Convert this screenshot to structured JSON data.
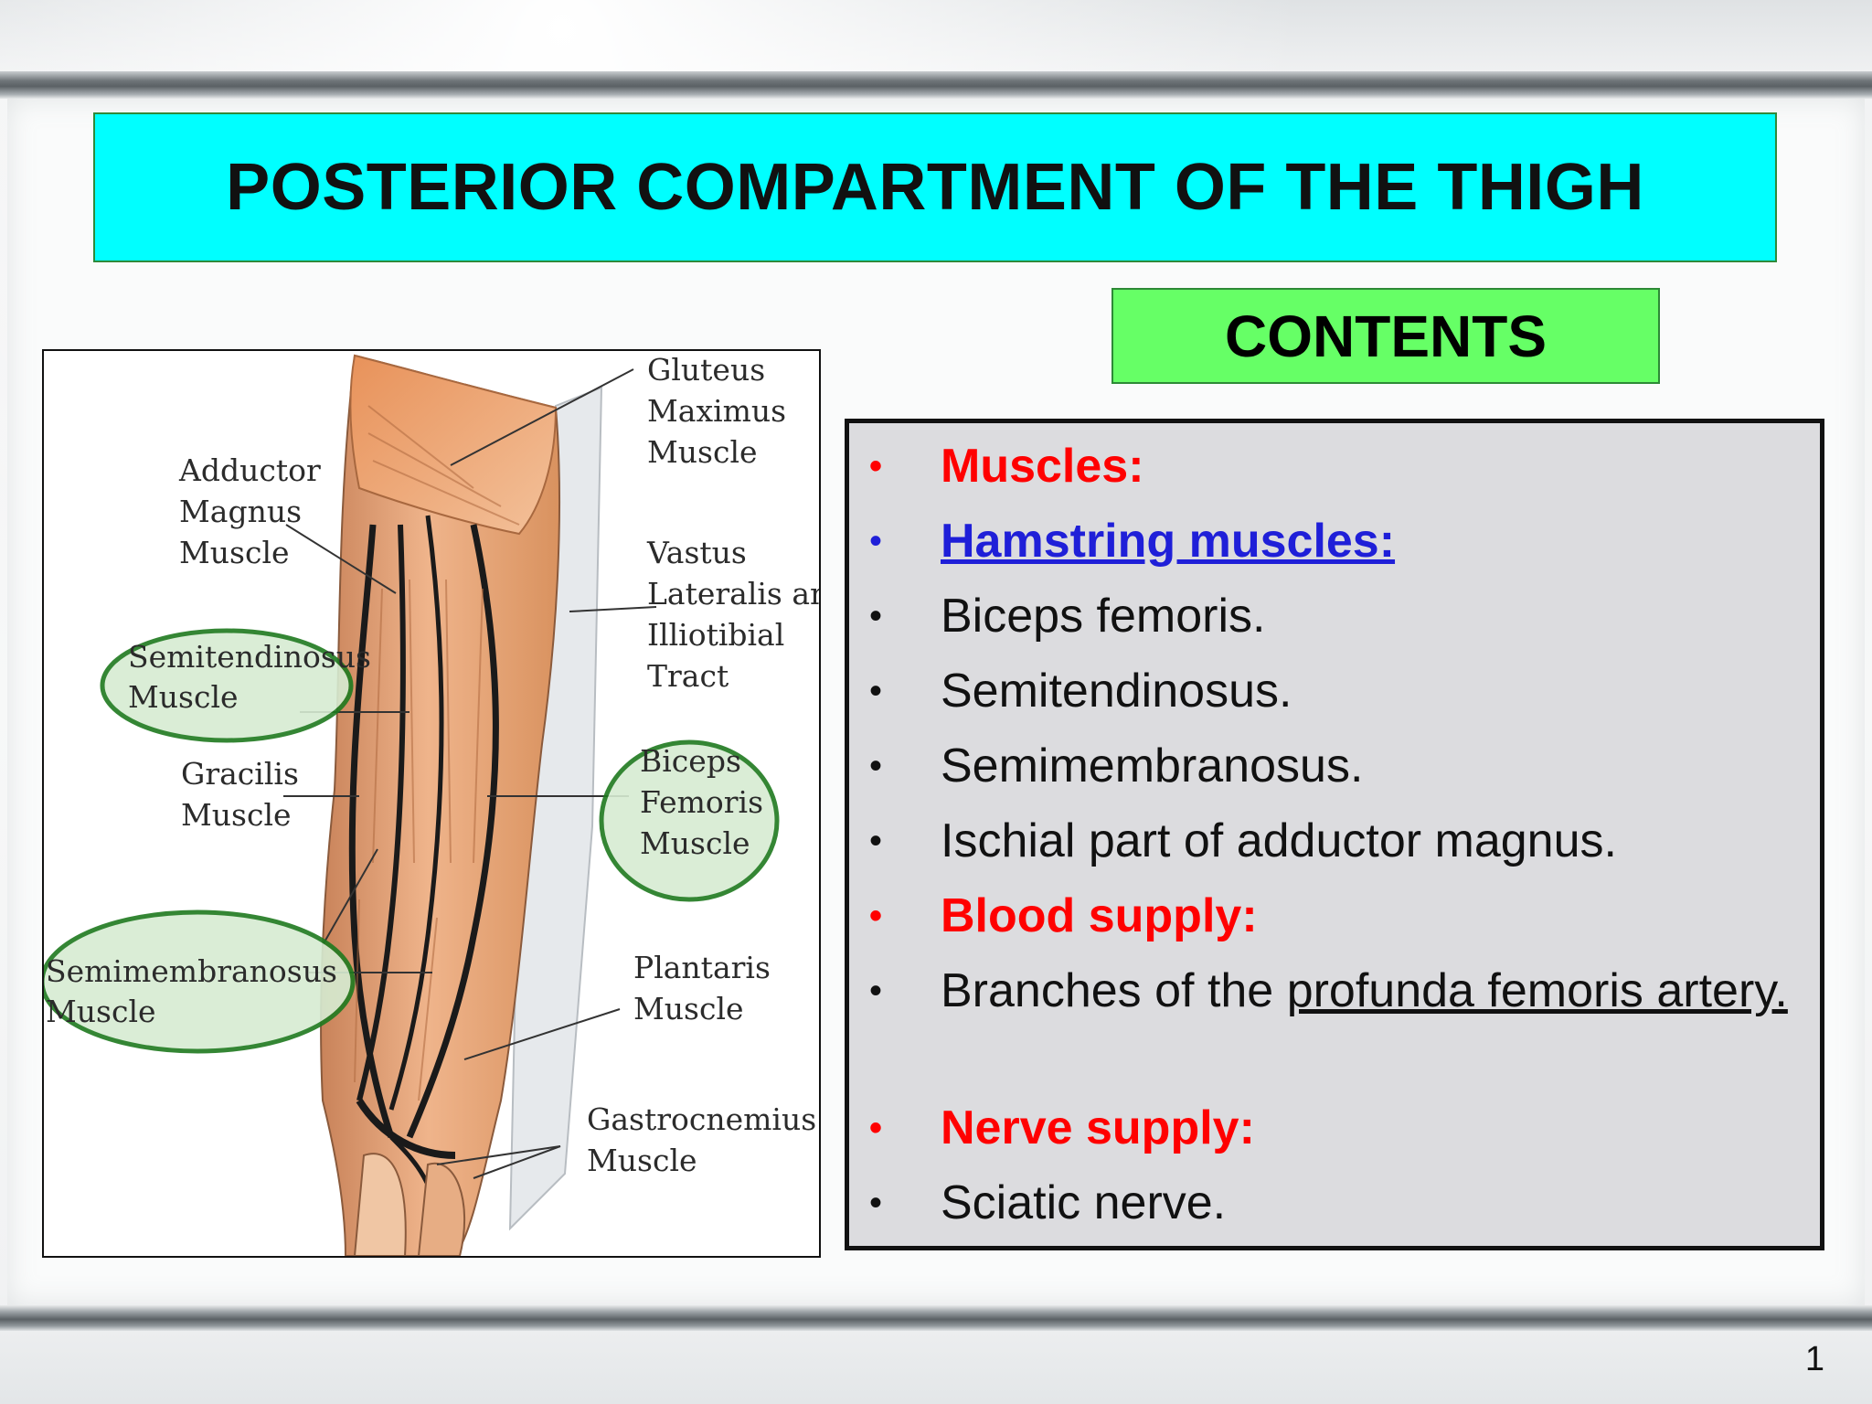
{
  "slide": {
    "title": "POSTERIOR COMPARTMENT OF THE THIGH",
    "contents_heading": "CONTENTS",
    "page_number": "1"
  },
  "figure": {
    "labels": {
      "gluteus": [
        "Gluteus",
        "Maximus",
        "Muscle"
      ],
      "adductor": [
        "Adductor",
        "Magnus",
        "Muscle"
      ],
      "vastus": [
        "Vastus",
        "Lateralis and",
        "Illiotibial",
        "Tract"
      ],
      "semitendinosus": [
        "Semitendinosus",
        "Muscle"
      ],
      "gracilis": [
        "Gracilis",
        "Muscle"
      ],
      "biceps": [
        "Biceps",
        "Femoris",
        "Muscle"
      ],
      "semimembranosus": [
        "Semimembranosus",
        "Muscle"
      ],
      "plantaris": [
        "Plantaris",
        "Muscle"
      ],
      "gastrocnemius": [
        "Gastrocnemius",
        "Muscle"
      ]
    },
    "highlight_color": "#1f7a1f",
    "highlight_fill": "#d6ecd2"
  },
  "contents_list": {
    "items": [
      {
        "text": "Muscles:",
        "style": "red"
      },
      {
        "text": "Hamstring muscles:",
        "style": "blue"
      },
      {
        "text": "Biceps femoris.",
        "style": "normal"
      },
      {
        "text": "Semitendinosus.",
        "style": "normal"
      },
      {
        "text": "Semimembranosus.",
        "style": "normal"
      },
      {
        "text": "Ischial part of adductor magnus.",
        "style": "normal"
      },
      {
        "text": "Blood supply:",
        "style": "red"
      },
      {
        "text_before": "Branches of the ",
        "text_link": "profunda femoris artery.",
        "style": "normal"
      },
      {
        "text": "Nerve supply:",
        "style": "red"
      },
      {
        "text": "Sciatic nerve.",
        "style": "normal"
      }
    ]
  },
  "colors": {
    "title_bg": "#00ffff",
    "contents_bg": "#66ff66",
    "list_bg": "#dcdcdf",
    "heading_red": "#ff0000",
    "link_blue": "#1f1fd8"
  }
}
